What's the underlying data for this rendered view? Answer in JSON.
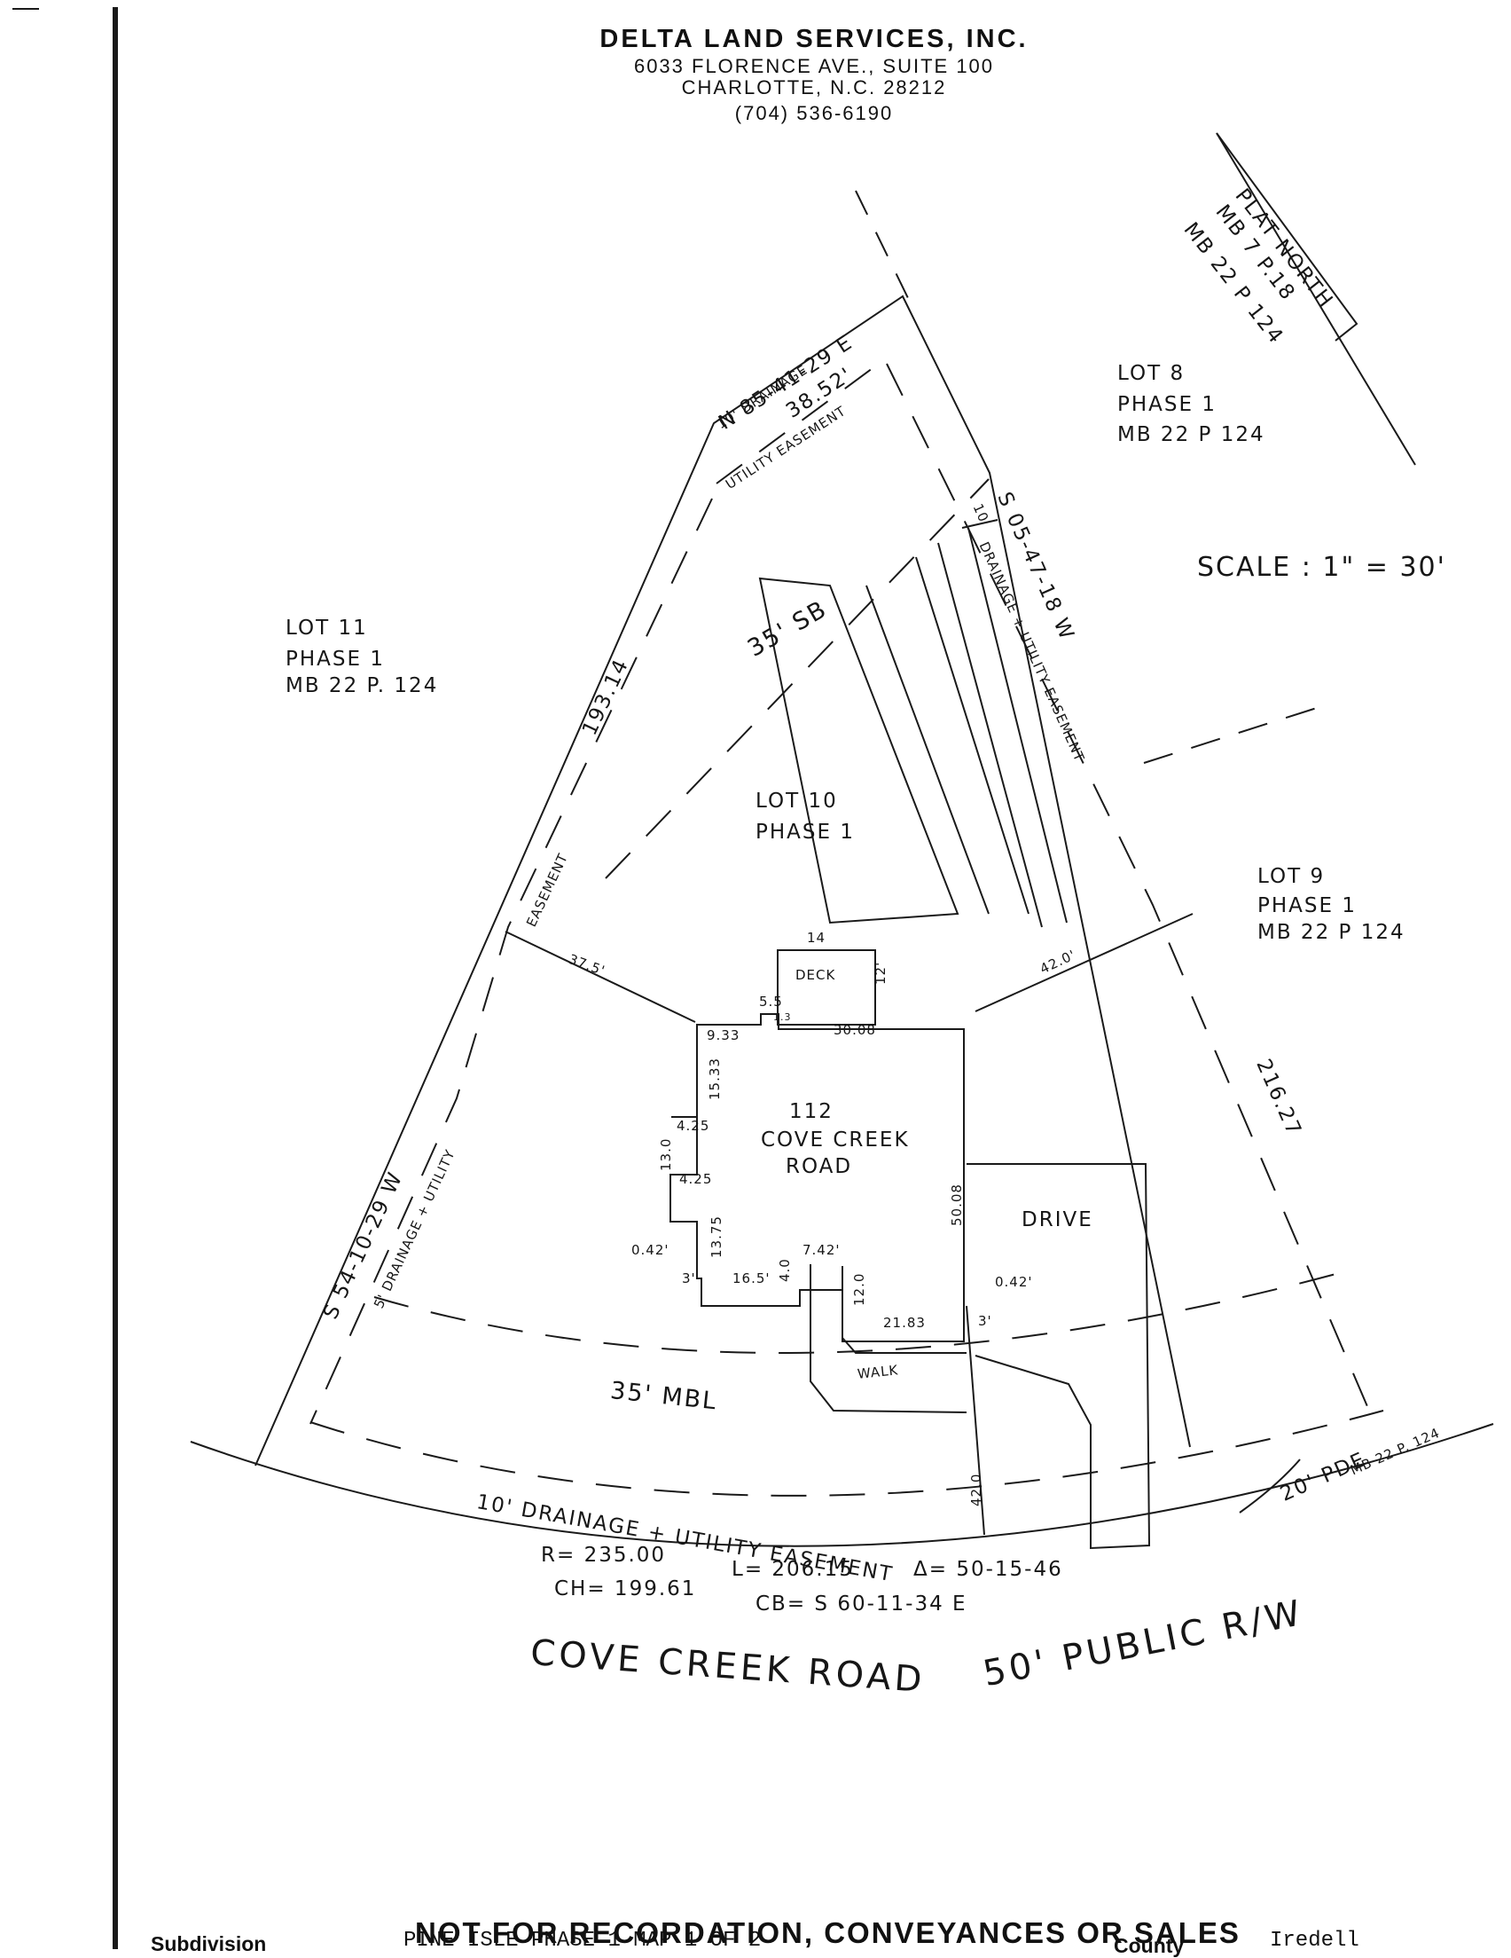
{
  "header": {
    "company": "DELTA LAND SERVICES, INC.",
    "address_line1": "6033 FLORENCE AVE., SUITE 100",
    "address_line2": "CHARLOTTE, N.C. 28212",
    "phone": "(704) 536-6190"
  },
  "north_arrow": {
    "label": "PLAT NORTH",
    "ref1": "MB 7 P.18",
    "ref2": "MB 22 P 124"
  },
  "scale": "SCALE : 1\" = 30'",
  "lots": {
    "lot8": [
      "LOT 8",
      "PHASE 1",
      "MB 22 P 124"
    ],
    "lot11": [
      "LOT 11",
      "PHASE 1",
      "MB 22 P. 124"
    ],
    "lot10": [
      "LOT 10",
      "PHASE 1"
    ],
    "lot9": [
      "LOT 9",
      "PHASE 1",
      "MB 22 P 124"
    ]
  },
  "boundary": {
    "north_bearing": "N 85-41-29 E",
    "north_distance": "38.52'",
    "east_bearing": "S 05-47-18 W",
    "east_distance": "216.27",
    "west_bearing": "S 54-10-29 W",
    "west_distance": "193.14",
    "curve_radius": "R= 235.00",
    "curve_length": "L= 206.15",
    "curve_delta": "Δ= 50-15-46",
    "chord": "CH= 199.61",
    "chord_bearing": "CB= S 60-11-34 E"
  },
  "easements": {
    "north": [
      "10' DRAINAGE",
      "UTILITY EASEMENT"
    ],
    "east_width": "10'",
    "east": "DRAINAGE + UTILITY EASEMENT",
    "west": "5' DRAINAGE + UTILITY",
    "west_word": "EASEMENT",
    "south": "10' DRAINAGE + UTILITY EASEMENT",
    "pde": "20' PDE",
    "pde_ref": "MB 22 P. 124"
  },
  "setbacks": {
    "rear": "35' SB",
    "front": "35' MBL"
  },
  "house": {
    "address": [
      "112",
      "COVE CREEK",
      "ROAD"
    ],
    "deck": "DECK",
    "dims": {
      "deck_width": "14",
      "deck_depth": "12'",
      "step1": "5.5",
      "step2": "1.3",
      "rear_left": "9.33",
      "rear_right": "30.08",
      "left_upper": "15.33",
      "jog1": "4.25",
      "bay": "13.0",
      "jog2": "4.25",
      "left_lower": "13.75",
      "corner_offset": "0.42'",
      "corner_three": "3'",
      "front_left": "16.5'",
      "stoop_depth": "4.0",
      "stoop_width": "7.42'",
      "walk_depth": "12.0",
      "walk_length": "21.83",
      "right_side": "50.08",
      "garage_offset": "0.42'",
      "garage_three": "3'"
    },
    "to_west_line": "37.5'",
    "to_east_line": "42.0'",
    "to_road": "42.0"
  },
  "drive": "DRIVE",
  "walk": "WALK",
  "road": {
    "name": "COVE CREEK ROAD",
    "row": "50' PUBLIC R/W"
  },
  "footer": {
    "notice": "NOT FOR RECORDATION, CONVEYANCES OR SALES",
    "subdivision_label": "Subdivision",
    "subdivision_value": "PINE ISLE PHASE 1 MAP 1 OF 2",
    "county_label": "County",
    "county_value": "Iredell"
  }
}
